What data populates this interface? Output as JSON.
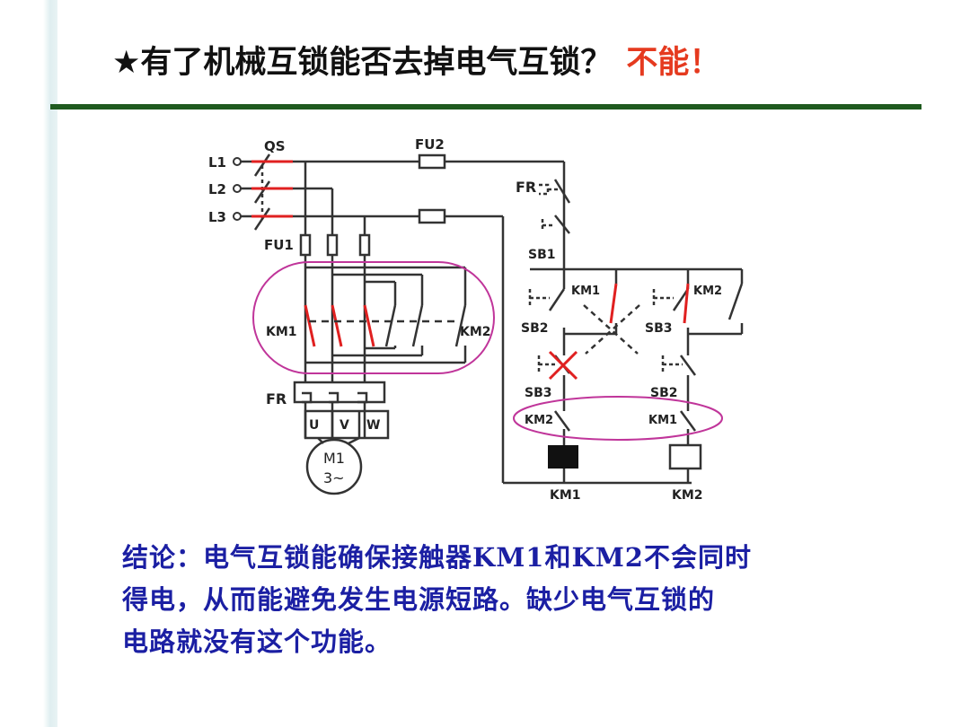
{
  "slide": {
    "title": "★有了机械互锁能否去掉电气互锁？",
    "answer": "不能！",
    "conclusion_line1": "结论：电气互锁能确保接触器KM1和KM2不会同时",
    "conclusion_line2": "得电，从而能避免发生电源短路。缺少电气互锁的",
    "conclusion_line3": "电路就没有这个功能。"
  },
  "diagram": {
    "labels": {
      "l1": "L1",
      "l2": "L2",
      "l3": "L3",
      "qs": "QS",
      "fu1": "FU1",
      "fu2": "FU2",
      "km1_main": "KM1",
      "km2_main": "KM2",
      "fr_main": "FR",
      "u": "U",
      "v": "V",
      "w": "W",
      "motor_name": "M1",
      "motor_spec": "3~",
      "fr_ctrl": "FR",
      "sb1": "SB1",
      "km1_hold": "KM1",
      "km2_hold": "KM2",
      "sb2_start": "SB2",
      "sb3_start": "SB3",
      "sb3_stop": "SB3",
      "sb2_stop": "SB2",
      "km2_nc": "KM2",
      "km1_nc": "KM1",
      "coil_km1": "KM1",
      "coil_km2": "KM2"
    },
    "colors": {
      "wire": "#333333",
      "highlight": "#e02020",
      "ellipse": "#c0359a",
      "energized_coil": "#111111"
    }
  }
}
